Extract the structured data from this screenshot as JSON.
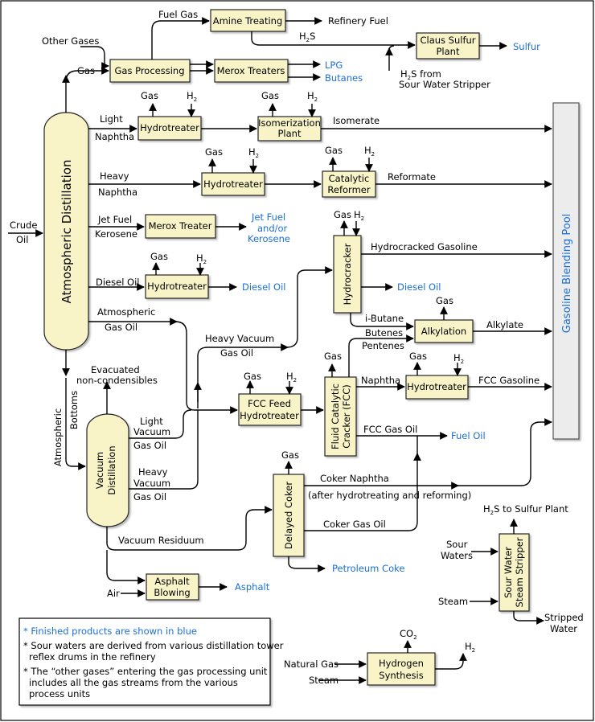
{
  "columns": {
    "atmospheric": "Atmospheric Distillation",
    "vacuum": [
      "Vacuum",
      "Distillation"
    ],
    "pool": "Gasoline Blending Pool"
  },
  "units": {
    "amine": "Amine Treating",
    "gas_processing": "Gas Processing",
    "merox_treaters": "Merox Treaters",
    "claus": [
      "Claus Sulfur",
      "Plant"
    ],
    "hydrotreater": "Hydrotreater",
    "isomerization": [
      "Isomerization",
      "Plant"
    ],
    "catalytic_reformer": [
      "Catalytic",
      "Reformer"
    ],
    "merox_treater": "Merox Treater",
    "hydrocracker": "Hydrocracker",
    "alkylation": "Alkylation",
    "fcc": [
      "Fluid Catalytic",
      "Cracker (FCC)"
    ],
    "fcc_feed": [
      "FCC Feed",
      "Hydrotreater"
    ],
    "delayed_coker": "Delayed Coker",
    "asphalt_blowing": [
      "Asphalt",
      "Blowing"
    ],
    "sour_water": [
      "Sour Water",
      "Steam Stripper"
    ],
    "hydrogen": [
      "Hydrogen",
      "Synthesis"
    ]
  },
  "labels": {
    "fuel_gas": "Fuel Gas",
    "refinery_fuel": "Refinery Fuel",
    "h2s": "H",
    "h2s_sub": "2",
    "h2s_tail": "S",
    "h2s_from": "S from",
    "sour_water_stripper": "Sour Water Stripper",
    "other_gases": "Other Gases",
    "gas": "Gas",
    "h": "H",
    "sub2": "2",
    "light": "Light",
    "naphtha": "Naphtha",
    "isomerate": "Isomerate",
    "heavy": "Heavy",
    "reformate": "Reformate",
    "crude": "Crude",
    "oil": "Oil",
    "jet_fuel": "Jet Fuel",
    "kerosene": "Kerosene",
    "diesel_oil_in": "Diesel Oil",
    "hydrocracked_gasoline": "Hydrocracked Gasoline",
    "atmospheric": "Atmospheric",
    "gas_oil": "Gas Oil",
    "i_butane": "i-Butane",
    "butenes": "Butenes",
    "pentenes": "Pentenes",
    "alkylate": "Alkylate",
    "heavy_vacuum": "Heavy Vacuum",
    "evacuated": "Evacuated",
    "non_condensibles": "non-condensibles",
    "atm_bottoms_1": "Atmospheric",
    "atm_bottoms_2": "Bottoms",
    "light_vacuum_1": "Light",
    "light_vacuum_2": "Vacuum",
    "heavy_vacuum_1": "Heavy",
    "heavy_vacuum_2": "Vacuum",
    "fcc_gasoline": "FCC Gasoline",
    "fcc_gas_oil": "FCC Gas Oil",
    "coker_naphtha": "Coker Naphtha",
    "after_hydrotreating": "(after hydrotreating and reforming)",
    "coker_gas_oil": "Coker Gas Oil",
    "vacuum_residuum": "Vacuum Residuum",
    "air": "Air",
    "h2s_to_sulfur": "S to Sulfur Plant",
    "sour": "Sour",
    "waters": "Waters",
    "steam": "Steam",
    "stripped": "Stripped",
    "water": "Water",
    "natural_gas": "Natural Gas",
    "co2": "CO",
    "gas_proc_gas": "Gas"
  },
  "products": {
    "sulfur": "Sulfur",
    "lpg": "LPG",
    "butanes": "Butanes",
    "jet_fuel_1": "Jet Fuel",
    "jet_fuel_2": "and/or",
    "jet_fuel_3": "Kerosene",
    "diesel_oil": "Diesel Oil",
    "diesel_oil_hc": "Diesel Oil",
    "fuel_oil": "Fuel Oil",
    "petroleum_coke": "Petroleum Coke",
    "asphalt": "Asphalt"
  },
  "notes": {
    "n1": "* Finished products are shown in blue",
    "n2a": "* Sour waters are derived from various distillation tower",
    "n2b": "reflex drums in the refinery",
    "n3a": "* The “other gases” entering the gas processing unit",
    "n3b": "includes all the gas streams from the various",
    "n3c": "process units"
  },
  "colors": {
    "box_fill": "#f8f4c8",
    "product_blue": "#1a6fd6",
    "pool_fill": "#ececec"
  }
}
